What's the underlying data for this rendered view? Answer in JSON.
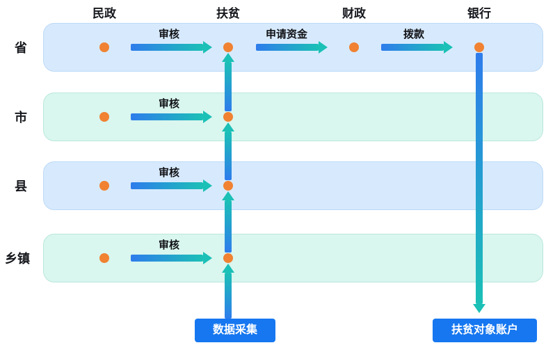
{
  "columns": [
    {
      "label": "民政"
    },
    {
      "label": "扶贫"
    },
    {
      "label": "财政"
    },
    {
      "label": "银行"
    }
  ],
  "rows": [
    {
      "label": "省"
    },
    {
      "label": "市"
    },
    {
      "label": "县"
    },
    {
      "label": "乡镇"
    }
  ],
  "arrows": {
    "review": "审核",
    "apply_funds": "申请资金",
    "allocate_funds": "拨款"
  },
  "bottom_boxes": {
    "data_collection": "数据采集",
    "target_account": "扶贫对象账户"
  },
  "colors": {
    "node_dot": "#f08232",
    "lane_blue": "#d7eafd",
    "lane_mint": "#d9f6ef",
    "arrow_gradient_start": "#2e7cec",
    "arrow_gradient_end": "#1bc0b6",
    "action_box": "#1677f0"
  }
}
